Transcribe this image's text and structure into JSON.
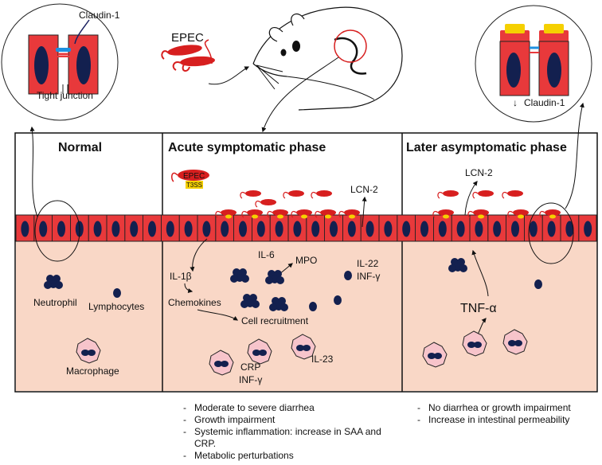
{
  "colors": {
    "cell_red": "#e8393b",
    "nucleus": "#13204f",
    "tissue": "#f9d7c6",
    "bacteria": "#d71f1f",
    "tight_junction_blue": "#1e90e0",
    "yellow": "#f5d000",
    "macrophage": "#f7c4cb"
  },
  "top": {
    "epec_label": "EPEC",
    "left_circle": {
      "claudin_label": "Claudin-1",
      "junction_label": "Tight junction"
    },
    "right_circle": {
      "claudin_label": "Claudin-1",
      "arrow": "↓"
    }
  },
  "panels": {
    "normal": {
      "title": "Normal",
      "neutrophil": "Neutrophil",
      "lymphocytes": "Lymphocytes",
      "macrophage": "Macrophage"
    },
    "acute": {
      "title": "Acute symptomatic phase",
      "epec_badge": "EPEC",
      "t3ss_badge": "T3SS",
      "lcn2": "LCN-2",
      "il6": "IL-6",
      "mpo": "MPO",
      "il22": "IL-22",
      "infg1": "INF-γ",
      "il1b": "IL-1β",
      "chemokines": "Chemokines",
      "cell_recruitment": "Cell recruitment",
      "crp": "CRP",
      "infg2": "INF-γ",
      "il23": "IL-23"
    },
    "later": {
      "title": "Later asymptomatic phase",
      "lcn2": "LCN-2",
      "tnf": "TNF-α"
    }
  },
  "outcomes": {
    "acute": [
      "Moderate to severe diarrhea",
      "Growth impairment",
      "Systemic inflammation: increase in SAA and CRP.",
      "Metabolic perturbations"
    ],
    "later": [
      "No diarrhea or growth impairment",
      "Increase in intestinal permeability"
    ]
  }
}
